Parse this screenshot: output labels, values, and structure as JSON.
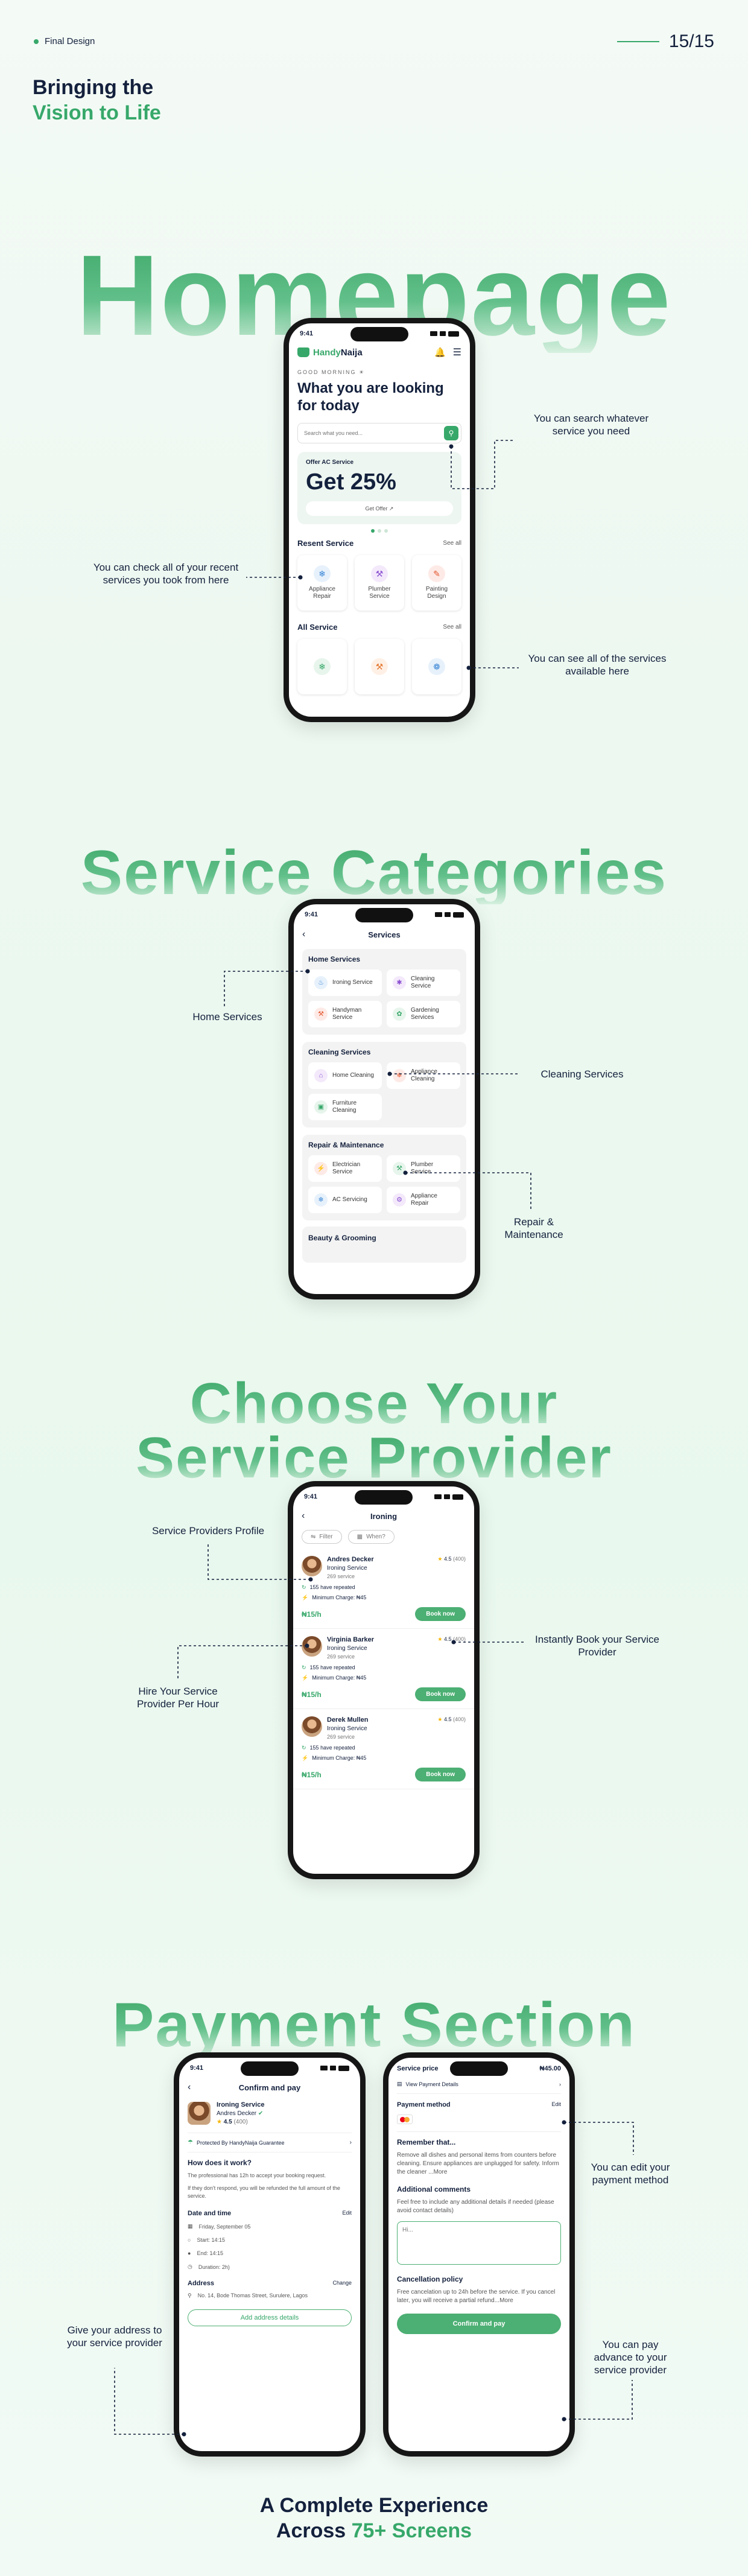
{
  "header": {
    "tag": "Final Design",
    "page_number": "15/15",
    "intro_line1": "Bringing the",
    "intro_line2": "Vision to Life"
  },
  "sections": {
    "homepage_title": "Homepage",
    "categories_title": "Service Categories",
    "provider_title_1": "Choose Your",
    "provider_title_2": "Service Provider",
    "payment_title": "Payment Section"
  },
  "homepage": {
    "time": "9:41",
    "logo_a": "Handy",
    "logo_b": "Naija",
    "greeting": "GOOD MORNING ☀",
    "headline": "What you are looking for today",
    "search_placeholder": "Search what you need...",
    "offer_label": "Offer AC Service",
    "offer_value": "Get 25%",
    "offer_button": "Get Offer ↗",
    "recent_title": "Resent Service",
    "recent_see_all": "See all",
    "recent_items": [
      {
        "label": "Appliance Repair",
        "icon": "❄"
      },
      {
        "label": "Plumber Service",
        "icon": "⚒"
      },
      {
        "label": "Painting Design",
        "icon": "✎"
      }
    ],
    "all_title": "All Service",
    "all_see_all": "See all",
    "annotations": {
      "search": "You can search whatever service you need",
      "recent": "You can check all of your recent services you took from here",
      "all": "You can see all of the services available here"
    }
  },
  "categories": {
    "time": "9:41",
    "title": "Services",
    "groups": [
      {
        "title": "Home Services",
        "items": [
          {
            "label": "Ironing Service",
            "icon": "♨"
          },
          {
            "label": "Cleaning Service",
            "icon": "✱"
          },
          {
            "label": "Handyman Service",
            "icon": "⚒"
          },
          {
            "label": "Gardening Services",
            "icon": "✿"
          }
        ]
      },
      {
        "title": "Cleaning Services",
        "items": [
          {
            "label": "Home Cleaning",
            "icon": "⌂"
          },
          {
            "label": "Appliance Cleaning",
            "icon": "❄"
          },
          {
            "label": "Furniture Cleaning",
            "icon": "▣"
          }
        ]
      },
      {
        "title": "Repair & Maintenance",
        "items": [
          {
            "label": "Electrician Service",
            "icon": "⚡"
          },
          {
            "label": "Plumber Service",
            "icon": "⚒"
          },
          {
            "label": "AC Servicing",
            "icon": "❄"
          },
          {
            "label": "Appliance Repair",
            "icon": "⚙"
          }
        ]
      }
    ],
    "next_group": "Beauty & Grooming",
    "annotations": {
      "home": "Home Services",
      "cleaning": "Cleaning Services",
      "repair": "Repair & Maintenance"
    }
  },
  "providers": {
    "time": "9:41",
    "title": "Ironing",
    "filter": "Filter",
    "when": "When?",
    "list": [
      {
        "name": "Andres Decker",
        "service": "Ironing Service",
        "count": "269 service",
        "rating": "4.5",
        "reviews": "(400)",
        "repeated": "155 have repeated",
        "min": "Minimum Charge: ₦45",
        "price": "₦15/h",
        "book": "Book now"
      },
      {
        "name": "Virginia Barker",
        "service": "Ironing Service",
        "count": "269 service",
        "rating": "4.5",
        "reviews": "(400)",
        "repeated": "155 have repeated",
        "min": "Minimum Charge: ₦45",
        "price": "₦15/h",
        "book": "Book now"
      },
      {
        "name": "Derek Mullen",
        "service": "Ironing Service",
        "count": "269 service",
        "rating": "4.5",
        "reviews": "(400)",
        "repeated": "155 have repeated",
        "min": "Minimum Charge: ₦45",
        "price": "₦15/h",
        "book": "Book now"
      }
    ],
    "annotations": {
      "profile": "Service Providers Profile",
      "hire": "Hire Your Service Provider Per Hour",
      "book": "Instantly Book your Service Provider"
    }
  },
  "payment_left": {
    "time": "9:41",
    "title": "Confirm and pay",
    "service": "Ironing Service",
    "provider": "Andres Decker",
    "rating": "4.5",
    "reviews": "(400)",
    "guarantee": "Protected By HandyNaija Guarantee",
    "how_title": "How does it work?",
    "how_p1": "The professional has 12h to accept your booking request.",
    "how_p2": "If they don't respond, you will be refunded the full amount of the service.",
    "dt_title": "Date and time",
    "edit": "Edit",
    "date": "Friday, September 05",
    "start": "Start: 14:15",
    "end": "End: 14:15",
    "duration": "Duration: 2h)",
    "addr_title": "Address",
    "change": "Change",
    "address": "No. 14, Bode Thomas Street, Surulere, Lagos",
    "addr_btn": "Add address details"
  },
  "payment_right": {
    "service_price": "Service price",
    "price": "₦45.00",
    "view_details": "View Payment Details",
    "pm_title": "Payment method",
    "pm_edit": "Edit",
    "remember_title": "Remember that...",
    "remember_text": "Remove all dishes and personal items from counters before cleaning. Ensure appliances are unplugged for safety. Inform the cleaner ...More",
    "comments_title": "Additional comments",
    "comments_text": "Feel free to include any additional details if needed (please avoid contact details)",
    "comments_placeholder": "Hi...",
    "cancel_title": "Cancellation policy",
    "cancel_text": "Free cancelation up to 24h before the service. If you cancel later, you will receive a partial refund...More",
    "confirm_btn": "Confirm and pay"
  },
  "payment_annotations": {
    "address": "Give your address to your service provider",
    "edit": "You can edit your payment method",
    "advance": "You can pay advance to your service provider"
  },
  "footer": {
    "line1": "A Complete Experience",
    "line2a": "Across ",
    "line2b": "75+ Screens"
  }
}
